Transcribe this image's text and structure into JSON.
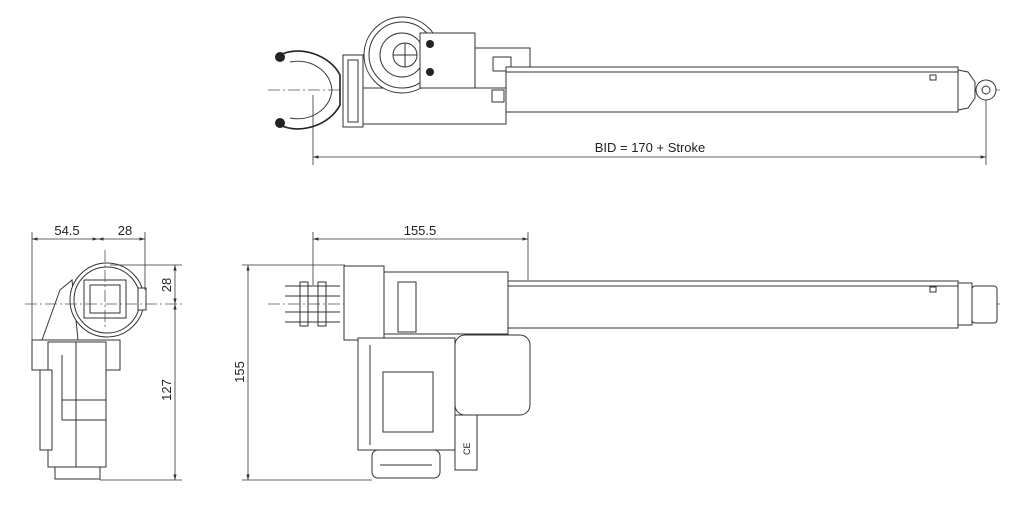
{
  "drawing": {
    "top_view": {
      "length_label": "BID = 170 + Stroke"
    },
    "side_view": {
      "width_left": "54.5",
      "width_right": "28",
      "offset_top": "28",
      "height_lower": "127"
    },
    "front_view": {
      "height_total": "155",
      "housing_length": "155.5"
    },
    "marking": {
      "symbol": "CE"
    }
  }
}
